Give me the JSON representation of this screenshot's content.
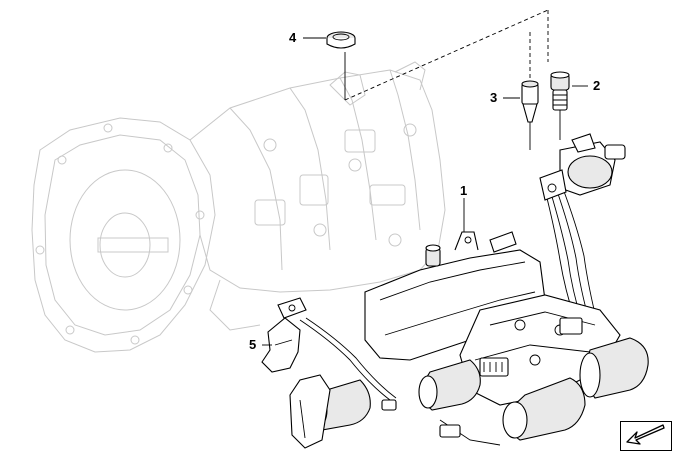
{
  "callouts": {
    "c1": "1",
    "c2": "2",
    "c3": "3",
    "c4": "4",
    "c5": "5"
  },
  "icons": {
    "navigation": "arrow-down-left-icon"
  }
}
